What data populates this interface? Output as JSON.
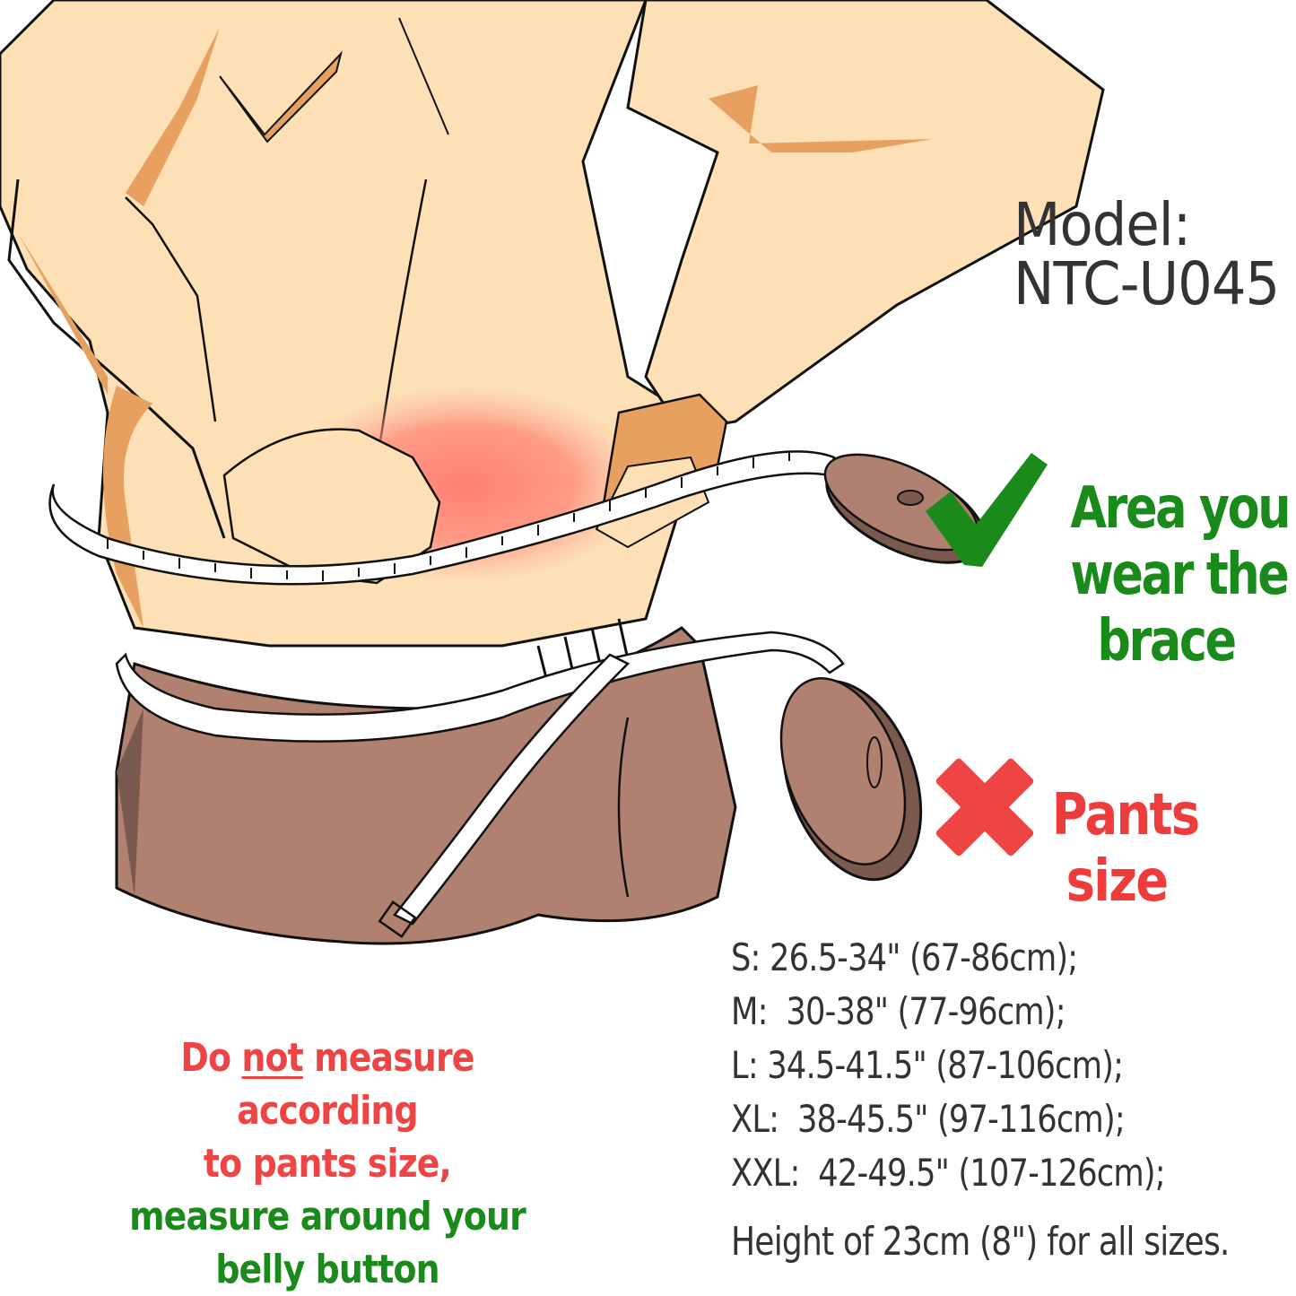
{
  "colors": {
    "skin": "#fde0b5",
    "skin_shadow": "#e8a060",
    "pain_highlight": "#ff7a70",
    "pants": "#b08070",
    "pants_shadow": "#7a5a4e",
    "tape": "#ffffff",
    "outline": "#111111",
    "dark_text": "#333333",
    "green": "#1a8a1a",
    "red": "#ee4444"
  },
  "model": {
    "label": "Model:",
    "value": "NTC-U045"
  },
  "correct_area": {
    "icon": "checkmark-icon",
    "lines": [
      "Area you",
      "wear the",
      "brace"
    ]
  },
  "wrong_area": {
    "icon": "cross-icon",
    "lines": [
      "Pants",
      "size"
    ]
  },
  "sizes": [
    {
      "size": "S:",
      "range": "26.5-34\" (67-86cm);"
    },
    {
      "size": "M:",
      "range": " 30-38\" (77-96cm);"
    },
    {
      "size": "L:",
      "range": "34.5-41.5\" (87-106cm);"
    },
    {
      "size": "XL:",
      "range": " 38-45.5\" (97-116cm);"
    },
    {
      "size": "XXL:",
      "range": " 42-49.5\" (107-126cm);"
    }
  ],
  "height_note": "Height of 23cm (8\") for all sizes.",
  "warning": {
    "prefix": "Do ",
    "emphasis": "not",
    "line1_rest": " measure according",
    "line2": "to pants size,",
    "line3": "measure around your",
    "line4": "belly button"
  }
}
